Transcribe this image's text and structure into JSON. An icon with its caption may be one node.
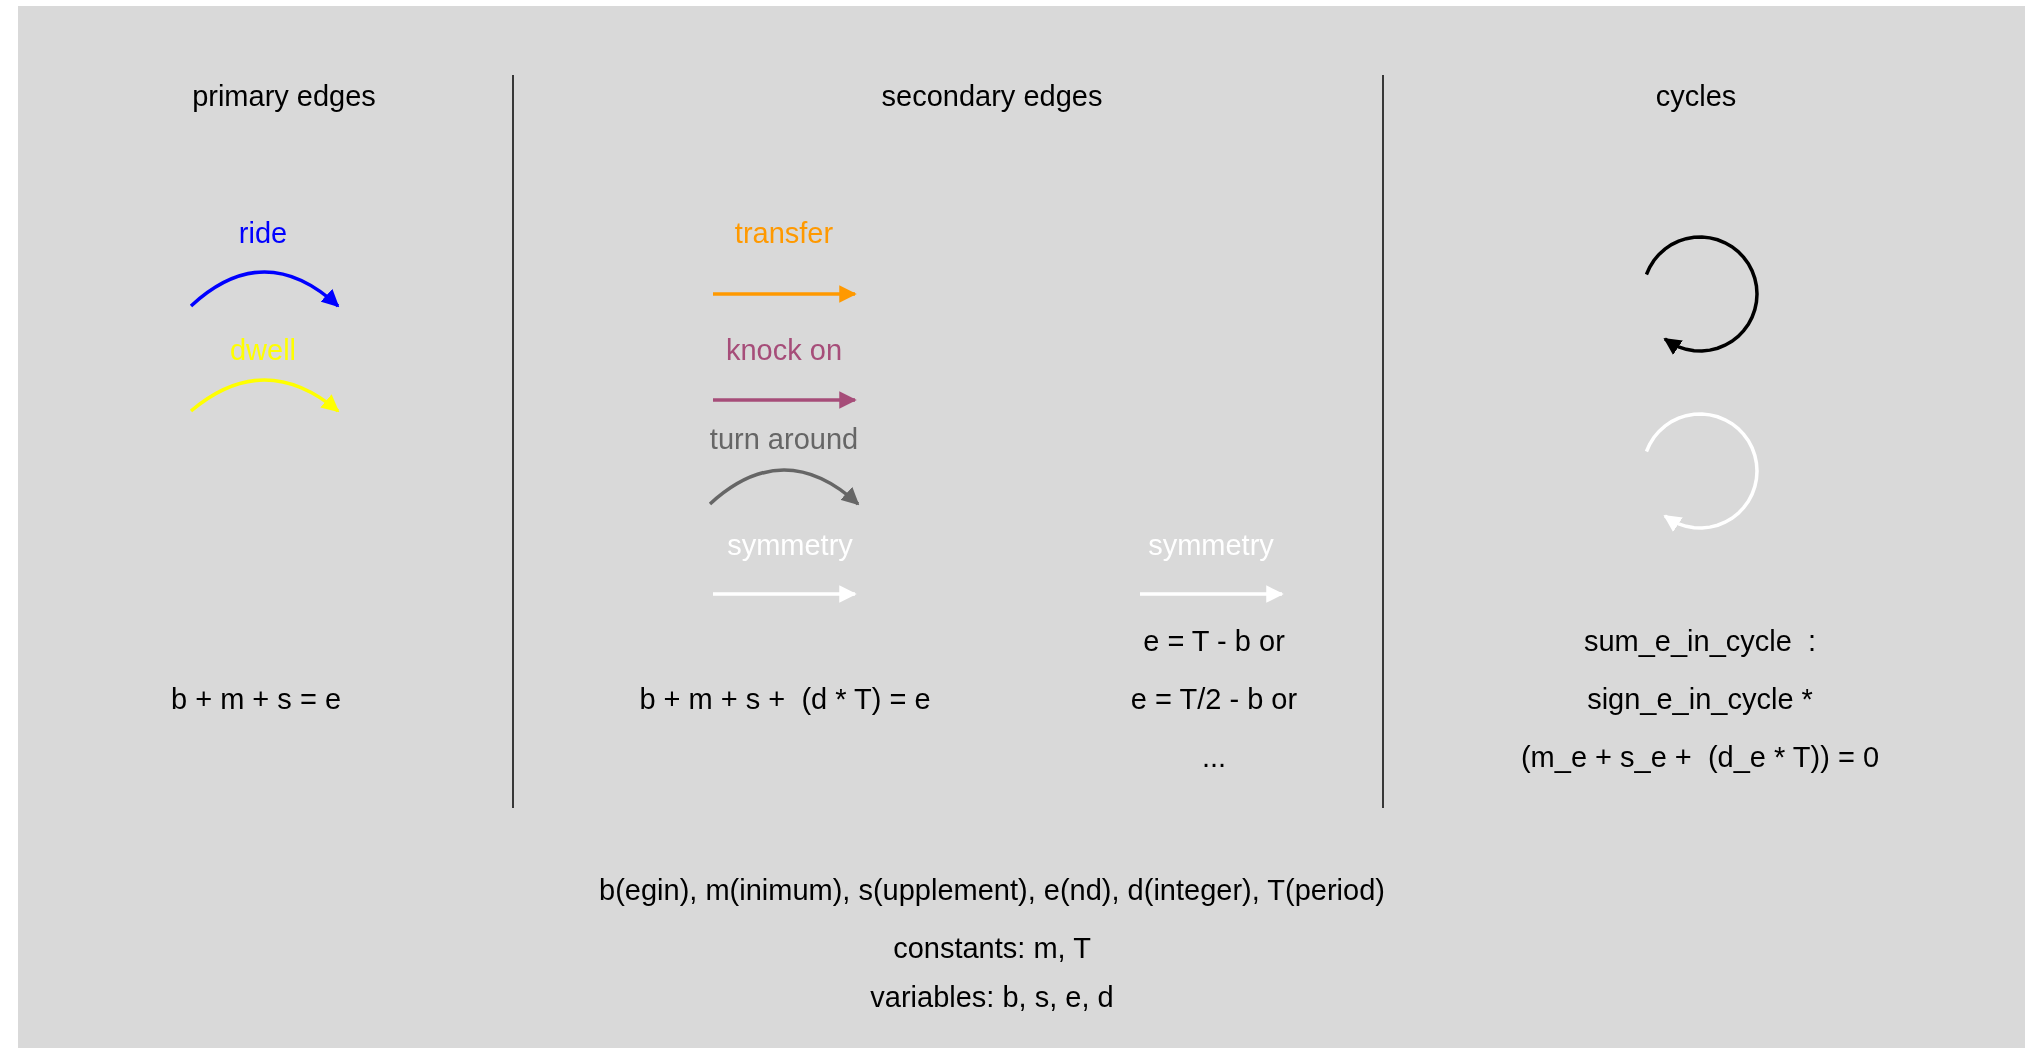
{
  "diagram": {
    "labels": [
      "primary edges",
      "secondary edges",
      "cycles",
      "b + m + s = e",
      "b + m + s +  (d * T) = e",
      "e = T - b or",
      "e = T/2 - b or",
      "...",
      "sum_e_in_cycle  :",
      "sign_e_in_cycle *",
      "(m_e + s_e +  (d_e * T)) = 0",
      "b(egin), m(inimum), s(upplement), e(nd), d(integer), T(period)",
      "constants: m, T",
      "variables: b, s, e, d"
    ],
    "legend": [
      {
        "text": "ride"
      },
      {
        "text": "dwell"
      },
      {
        "text": "transfer"
      },
      {
        "text": "knock on"
      },
      {
        "text": "turn around"
      },
      {
        "text": "symmetry"
      },
      {
        "text": "symmetry"
      }
    ]
  }
}
